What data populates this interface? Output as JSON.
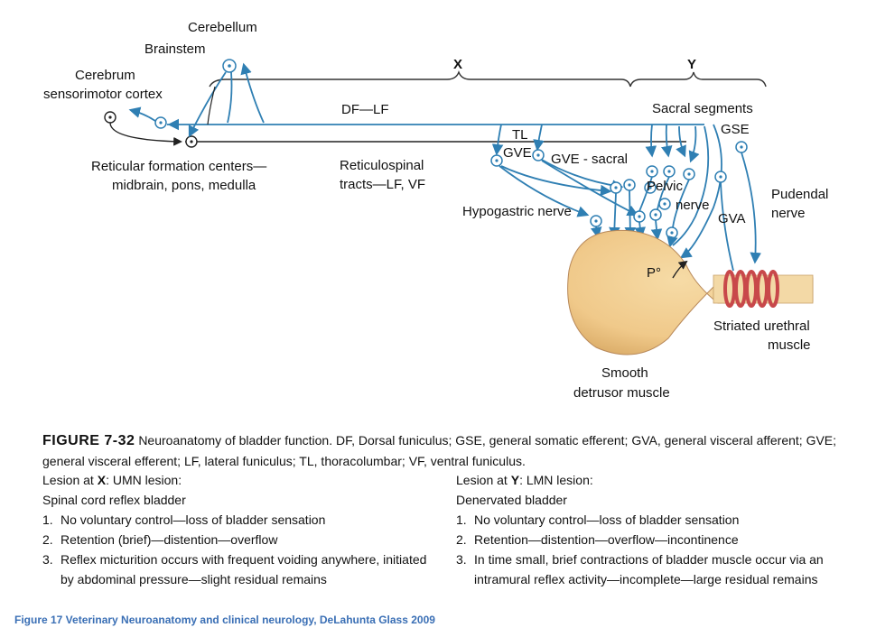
{
  "diagram": {
    "labels": {
      "cerebellum": "Cerebellum",
      "brainstem": "Brainstem",
      "cerebrum_1": "Cerebrum",
      "cerebrum_2": "sensorimotor cortex",
      "x": "X",
      "y": "Y",
      "df_lf": "DF—LF",
      "sacral": "Sacral segments",
      "tl": "TL",
      "gse": "GSE",
      "gve": "GVE",
      "gve_sacral": "GVE - sacral",
      "reticular_1": "Reticular formation centers—",
      "reticular_2": "midbrain, pons, medulla",
      "reticulospinal_1": "Reticulospinal",
      "reticulospinal_2": "tracts—LF, VF",
      "pelvic_1": "Pelvic",
      "pelvic_2": "nerve",
      "pudendal_1": "Pudendal",
      "pudendal_2": "nerve",
      "gva": "GVA",
      "hypogastric": "Hypogastric nerve",
      "p": "P°",
      "striated_1": "Striated urethral",
      "striated_2": "muscle",
      "smooth_1": "Smooth",
      "smooth_2": "detrusor muscle"
    },
    "colors": {
      "pathway": "#2f7fb3",
      "bladder": "#f0c98a",
      "sphincter": "#c8484a",
      "urethra": "#f3d9a6"
    }
  },
  "caption": {
    "figure_number": "FIGURE 7-32",
    "text": "Neuroanatomy of bladder function. DF, Dorsal funiculus; GSE, general somatic efferent; GVA, general visceral afferent; GVE; general visceral efferent; LF, lateral funiculus; TL, thoracolumbar; VF, ventral funiculus."
  },
  "lesions": {
    "x": {
      "title_prefix": "Lesion at ",
      "title_mark": "X",
      "title_suffix": ": UMN lesion:",
      "subtitle": "Spinal cord reflex bladder",
      "items": [
        {
          "n": "1.",
          "text": "No voluntary control—loss of bladder sensation"
        },
        {
          "n": "2.",
          "text": "Retention (brief)—distention—overflow"
        },
        {
          "n": "3.",
          "text": "Reflex micturition occurs with frequent voiding anywhere, initiated by abdominal pressure—slight residual remains"
        }
      ]
    },
    "y": {
      "title_prefix": "Lesion at ",
      "title_mark": "Y",
      "title_suffix": ": LMN lesion:",
      "subtitle": "Denervated bladder",
      "items": [
        {
          "n": "1.",
          "text": "No voluntary control—loss of bladder sensation"
        },
        {
          "n": "2.",
          "text": "Retention—distention—overflow—incontinence"
        },
        {
          "n": "3.",
          "text": "In time small, brief contractions of bladder muscle occur via an intramural reflex activity—incomplete—large residual remains"
        }
      ]
    }
  },
  "source": "Figure 17 Veterinary Neuroanatomy and clinical neurology, DeLahunta Glass 2009"
}
